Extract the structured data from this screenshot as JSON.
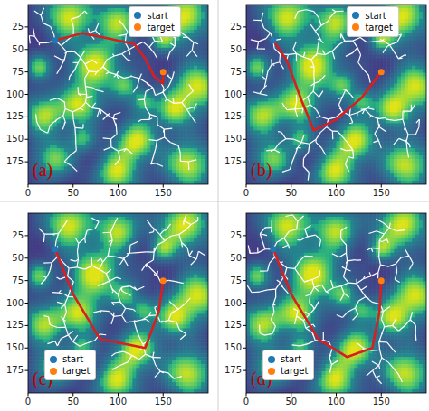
{
  "diagram": {
    "labels": [
      "(a)",
      "25",
      "50",
      "75",
      "100",
      "125",
      "150",
      "175",
      "0",
      "50",
      "100",
      "150",
      "(b)",
      "25",
      "50",
      "75",
      "100",
      "125",
      "150",
      "175",
      "0",
      "50",
      "100",
      "150",
      "(c)",
      "25",
      "50",
      "75",
      "100",
      "125",
      "150",
      "175",
      "0",
      "50",
      "100",
      "150",
      "(d)",
      "25",
      "50",
      "75",
      "100",
      "125",
      "150",
      "175",
      "0",
      "50",
      "100",
      "150"
    ],
    "legend": [
      {
        "text": "start",
        "color": "#1f77b4"
      },
      {
        "text": "target",
        "color": "#ff7f0e"
      },
      {
        "text": "start",
        "color": "#1f77b4"
      },
      {
        "text": "target",
        "color": "#ff7f0e"
      },
      {
        "text": "start",
        "color": "#1f77b4"
      },
      {
        "text": "target",
        "color": "#ff7f0e"
      },
      {
        "text": "start",
        "color": "#1f77b4"
      },
      {
        "text": "target",
        "color": "#ff7f0e"
      }
    ]
  }
}
